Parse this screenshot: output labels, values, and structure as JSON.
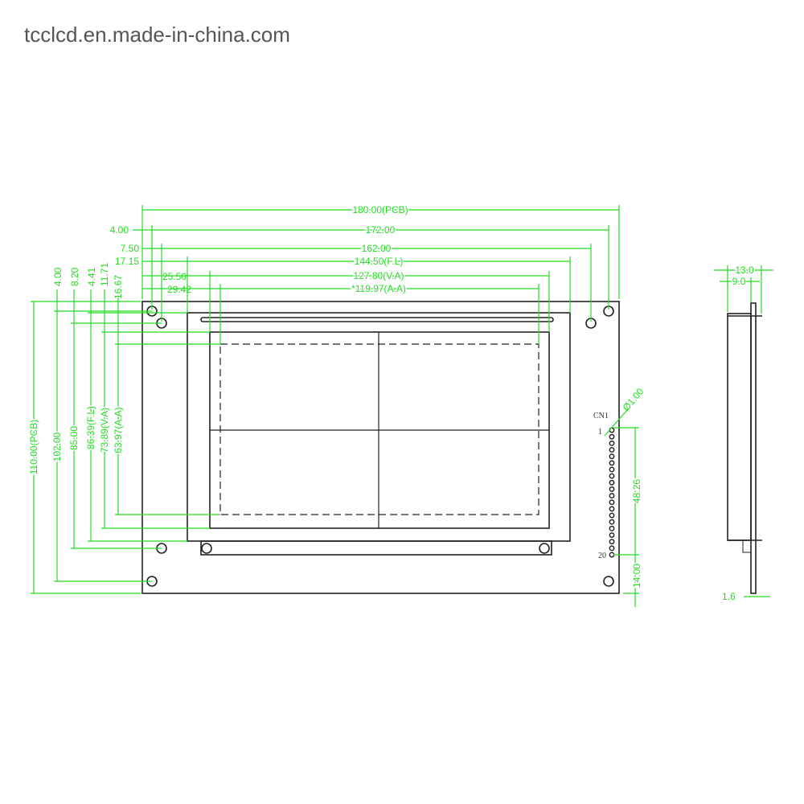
{
  "watermark": "tcclcd.en.made-in-china.com",
  "colors": {
    "dimension": "#22dd22",
    "outline": "#222222"
  },
  "front_view": {
    "horizontal_dims": {
      "pcb_width": "180.00(PCB)",
      "hole_pitch_outer": "172.00",
      "hole_pitch_inner": "162.00",
      "frame_width": "144.50(F.L)",
      "view_area_width": "127.80(V.A)",
      "active_area_width": "*119.97(A.A)",
      "offset_4": "4.00",
      "offset_7_5": "7.50",
      "offset_17_15": "17.15",
      "offset_25_5": "25.50",
      "offset_29_42": "29.42"
    },
    "vertical_dims": {
      "pcb_height": "110.00(PCB)",
      "hole_pitch_outer": "102.00",
      "hole_pitch_inner": "85.00",
      "frame_height": "86.39(F.L)",
      "view_area_height": "73.89(V.A)",
      "active_area_height": "63.97(A.A)",
      "offset_4": "4.00",
      "offset_8_2": "8.20",
      "offset_4_41": "4.41",
      "offset_11_71": "11.71",
      "offset_16_67": "16.67"
    },
    "connector": {
      "name": "CN1",
      "first_pin": "1",
      "last_pin": "20",
      "hole_dia": "Ø1.00",
      "pin_span": "48.26",
      "bottom_offset": "14.00"
    }
  },
  "side_view": {
    "total_thickness": "13.0",
    "module_thickness": "9.0",
    "pcb_thickness": "1.6"
  }
}
